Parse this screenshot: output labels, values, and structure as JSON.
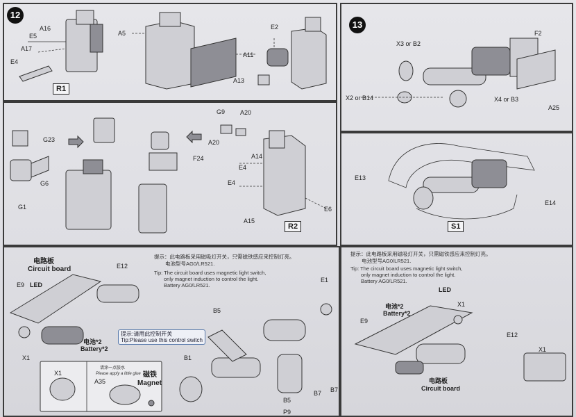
{
  "page": {
    "number": "P9"
  },
  "step12": {
    "badge": "12"
  },
  "step13": {
    "badge": "13"
  },
  "panels": {
    "r1": {
      "box": "R1",
      "labels": [
        "A16",
        "E5",
        "A17",
        "E4",
        "A5",
        "A11",
        "A13",
        "E2"
      ]
    },
    "r2": {
      "box": "R2",
      "labels": [
        "G23",
        "G6",
        "G1",
        "F24",
        "G9",
        "A20",
        "A20",
        "A14",
        "E4",
        "E4",
        "A15",
        "E6"
      ]
    },
    "s13": {
      "labels": [
        "X3 or B2",
        "F2",
        "X2 or B14",
        "X4 or B3",
        "A25"
      ]
    },
    "s1": {
      "box": "S1",
      "labels": [
        "E13",
        "E14"
      ]
    },
    "left_bottom": {
      "circuit_zh": "电路板",
      "circuit_en": "Circuit board",
      "led": "LED",
      "battery_zh": "电池*2",
      "battery_en": "Battery*2",
      "labels": [
        "E12",
        "E9",
        "X1",
        "B5",
        "E1",
        "B1",
        "B5",
        "B7",
        "B7",
        "X1",
        "A35"
      ],
      "tip_zh": "提示：此电路板采用磁吸灯开关，只需磁铁感应来控制灯亮。",
      "tip_zh2": "电池型号AG0/LR521.",
      "tip_en1": "Tip: The circuit board uses magnetic light switch,",
      "tip_en2": "only magnet induction to control the light.",
      "tip_en3": "Battery AG0/LR521.",
      "switch_zh": "提示:请用此控制开关",
      "switch_en": "Tip:Please use this control switch",
      "glue_zh": "请涂一点胶水",
      "glue_en": "Please apply a little glue",
      "magnet_zh": "磁铁",
      "magnet_en": "Magnet"
    },
    "right_bottom": {
      "tip_zh": "提示：此电路板采用磁吸灯开关，只需磁铁感应来控制灯亮。",
      "tip_zh2": "电池型号AG0/LR521.",
      "tip_en1": "Tip: The circuit board uses magnetic light switch,",
      "tip_en2": "only magnet induction to control the light.",
      "tip_en3": "Battery AG0/LR521.",
      "led": "LED",
      "battery_zh": "电池*2",
      "battery_en": "Battery*2",
      "circuit_zh": "电路板",
      "circuit_en": "Circuit board",
      "labels": [
        "X1",
        "E9",
        "E12",
        "X1"
      ]
    }
  }
}
